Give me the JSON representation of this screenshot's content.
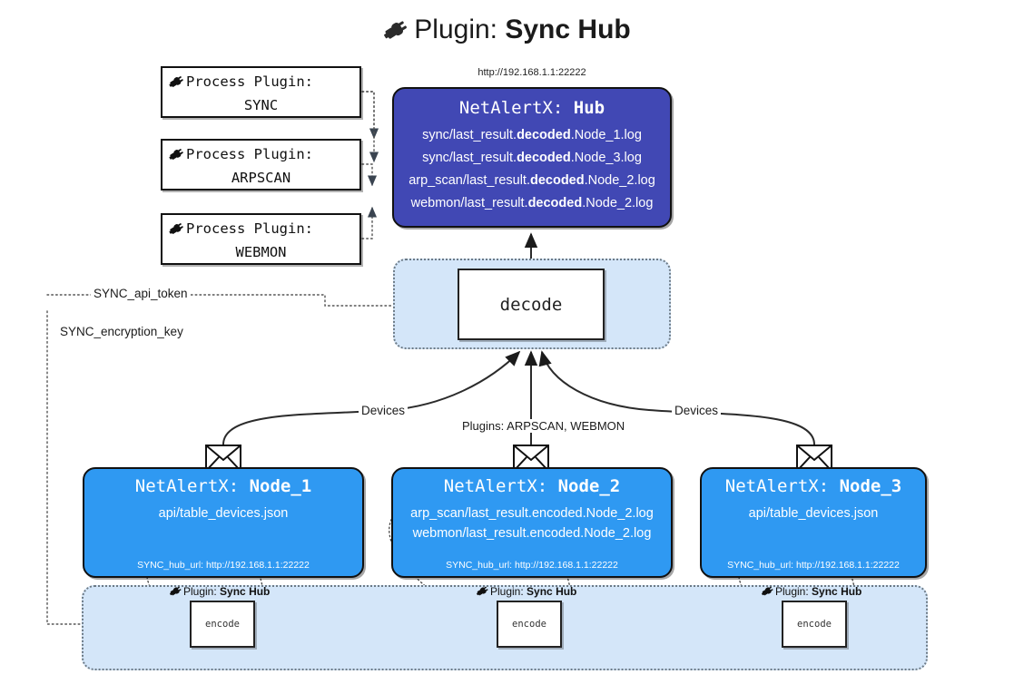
{
  "title": {
    "icon": "plug-icon",
    "prefix": "Plugin:",
    "name": "Sync Hub"
  },
  "hub": {
    "url": "http://192.168.1.1:22222",
    "label_prefix": "NetAlertX:",
    "label_name": "Hub",
    "lines": [
      {
        "pre": "sync/last_result.",
        "mid": "decoded",
        "post": ".Node_1.log"
      },
      {
        "pre": "sync/last_result.",
        "mid": "decoded",
        "post": ".Node_3.log"
      },
      {
        "pre": "arp_scan/last_result.",
        "mid": "decoded",
        "post": ".Node_2.log"
      },
      {
        "pre": "webmon/last_result.",
        "mid": "decoded",
        "post": ".Node_2.log"
      }
    ]
  },
  "process_plugins": [
    {
      "icon": "plug-icon",
      "line1": "Process Plugin:",
      "line2": "SYNC"
    },
    {
      "icon": "plug-icon",
      "line1": "Process Plugin:",
      "line2": "ARPSCAN"
    },
    {
      "icon": "plug-icon",
      "line1": "Process Plugin:",
      "line2": "WEBMON"
    }
  ],
  "decode": {
    "label": "decode"
  },
  "secrets": [
    {
      "label": "SYNC_api_token"
    },
    {
      "label": "SYNC_encryption_key"
    }
  ],
  "edge_labels": {
    "devices_left": "Devices",
    "devices_right": "Devices",
    "plugins_center": "Plugins: ARPSCAN, WEBMON"
  },
  "nodes": [
    {
      "label_prefix": "NetAlertX:",
      "label_name": "Node_1",
      "lines": [
        "api/table_devices.json"
      ],
      "footer": "SYNC_hub_url: http://192.168.1.1:22222",
      "envelope_icon": "envelope-icon"
    },
    {
      "label_prefix": "NetAlertX:",
      "label_name": "Node_2",
      "lines": [
        "arp_scan/last_result.encoded.Node_2.log",
        "webmon/last_result.encoded.Node_2.log"
      ],
      "footer": "SYNC_hub_url: http://192.168.1.1:22222",
      "envelope_icon": "envelope-icon"
    },
    {
      "label_prefix": "NetAlertX:",
      "label_name": "Node_3",
      "lines": [
        "api/table_devices.json"
      ],
      "footer": "SYNC_hub_url: http://192.168.1.1:22222",
      "envelope_icon": "envelope-icon"
    }
  ],
  "encoders": [
    {
      "plugin_prefix": "Plugin:",
      "plugin_name": "Sync Hub",
      "box_label": "encode",
      "icon": "plug-icon"
    },
    {
      "plugin_prefix": "Plugin:",
      "plugin_name": "Sync Hub",
      "box_label": "encode",
      "icon": "plug-icon"
    },
    {
      "plugin_prefix": "Plugin:",
      "plugin_name": "Sync Hub",
      "box_label": "encode",
      "icon": "plug-icon"
    }
  ],
  "colors": {
    "hub_fill": "#4148b4",
    "node_fill": "#2f99f2",
    "band_fill": "#d4e6f9",
    "stroke": "#111111",
    "page_bg": "#ffffff"
  }
}
